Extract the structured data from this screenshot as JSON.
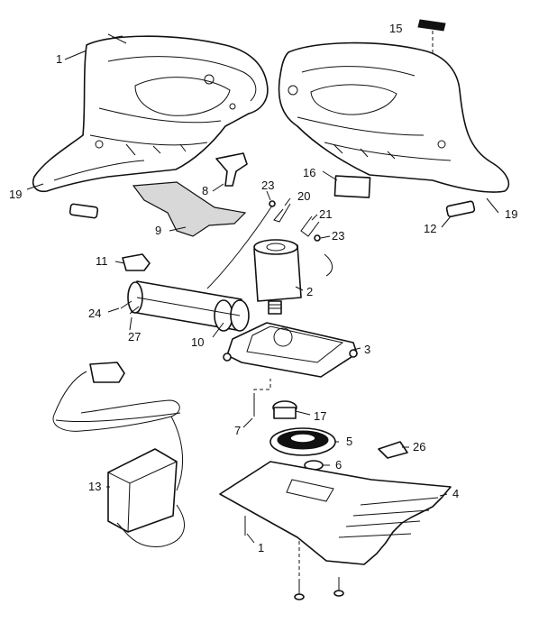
{
  "callouts": [
    {
      "id": "c1a",
      "text": "1"
    },
    {
      "id": "c1b",
      "text": "1"
    },
    {
      "id": "c2",
      "text": "2"
    },
    {
      "id": "c3",
      "text": "3"
    },
    {
      "id": "c4",
      "text": "4"
    },
    {
      "id": "c5",
      "text": "5"
    },
    {
      "id": "c6",
      "text": "6"
    },
    {
      "id": "c7",
      "text": "7"
    },
    {
      "id": "c8",
      "text": "8"
    },
    {
      "id": "c9",
      "text": "9"
    },
    {
      "id": "c10",
      "text": "10"
    },
    {
      "id": "c11",
      "text": "11"
    },
    {
      "id": "c12",
      "text": "12"
    },
    {
      "id": "c13",
      "text": "13"
    },
    {
      "id": "c15",
      "text": "15"
    },
    {
      "id": "c16",
      "text": "16"
    },
    {
      "id": "c17",
      "text": "17"
    },
    {
      "id": "c19a",
      "text": "19"
    },
    {
      "id": "c19b",
      "text": "19"
    },
    {
      "id": "c20",
      "text": "20"
    },
    {
      "id": "c21",
      "text": "21"
    },
    {
      "id": "c23a",
      "text": "23"
    },
    {
      "id": "c23b",
      "text": "23"
    },
    {
      "id": "c24",
      "text": "24"
    },
    {
      "id": "c26",
      "text": "26"
    },
    {
      "id": "c27",
      "text": "27"
    }
  ]
}
